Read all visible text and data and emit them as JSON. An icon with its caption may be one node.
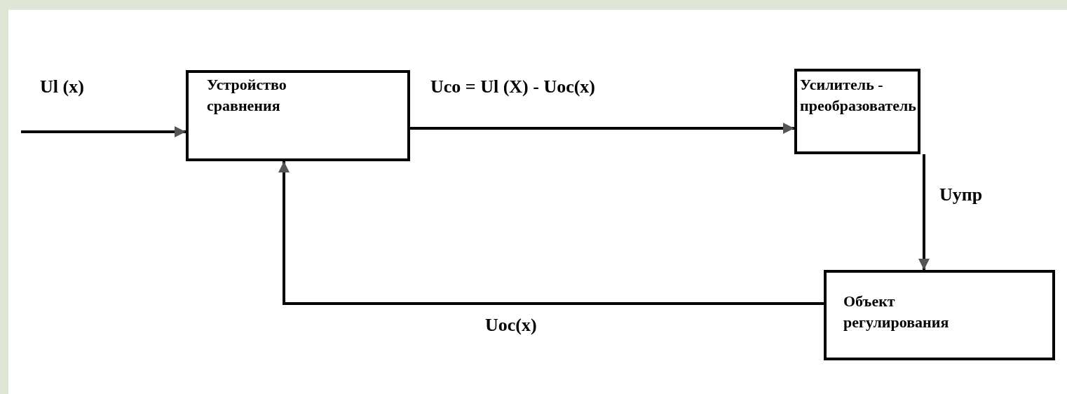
{
  "diagram": {
    "nodes": [
      {
        "text": [
          "Устройство сравнения"
        ]
      },
      {
        "text": [
          "Усилитель - преобразователь"
        ]
      },
      {
        "text": [
          "Объект регулирования"
        ]
      }
    ],
    "edges": [
      {
        "from": null,
        "to": 0,
        "arrow": "to",
        "label": "Ul (x)"
      },
      {
        "from": 0,
        "to": 1,
        "arrow": "to",
        "label": "Uco = Ul (X) - Uoc(x)"
      },
      {
        "from": 1,
        "to": 2,
        "arrow": "to",
        "label": "Uупр"
      },
      {
        "from": 2,
        "to": 0,
        "arrow": "to",
        "label": "Uoc(x)"
      }
    ]
  }
}
